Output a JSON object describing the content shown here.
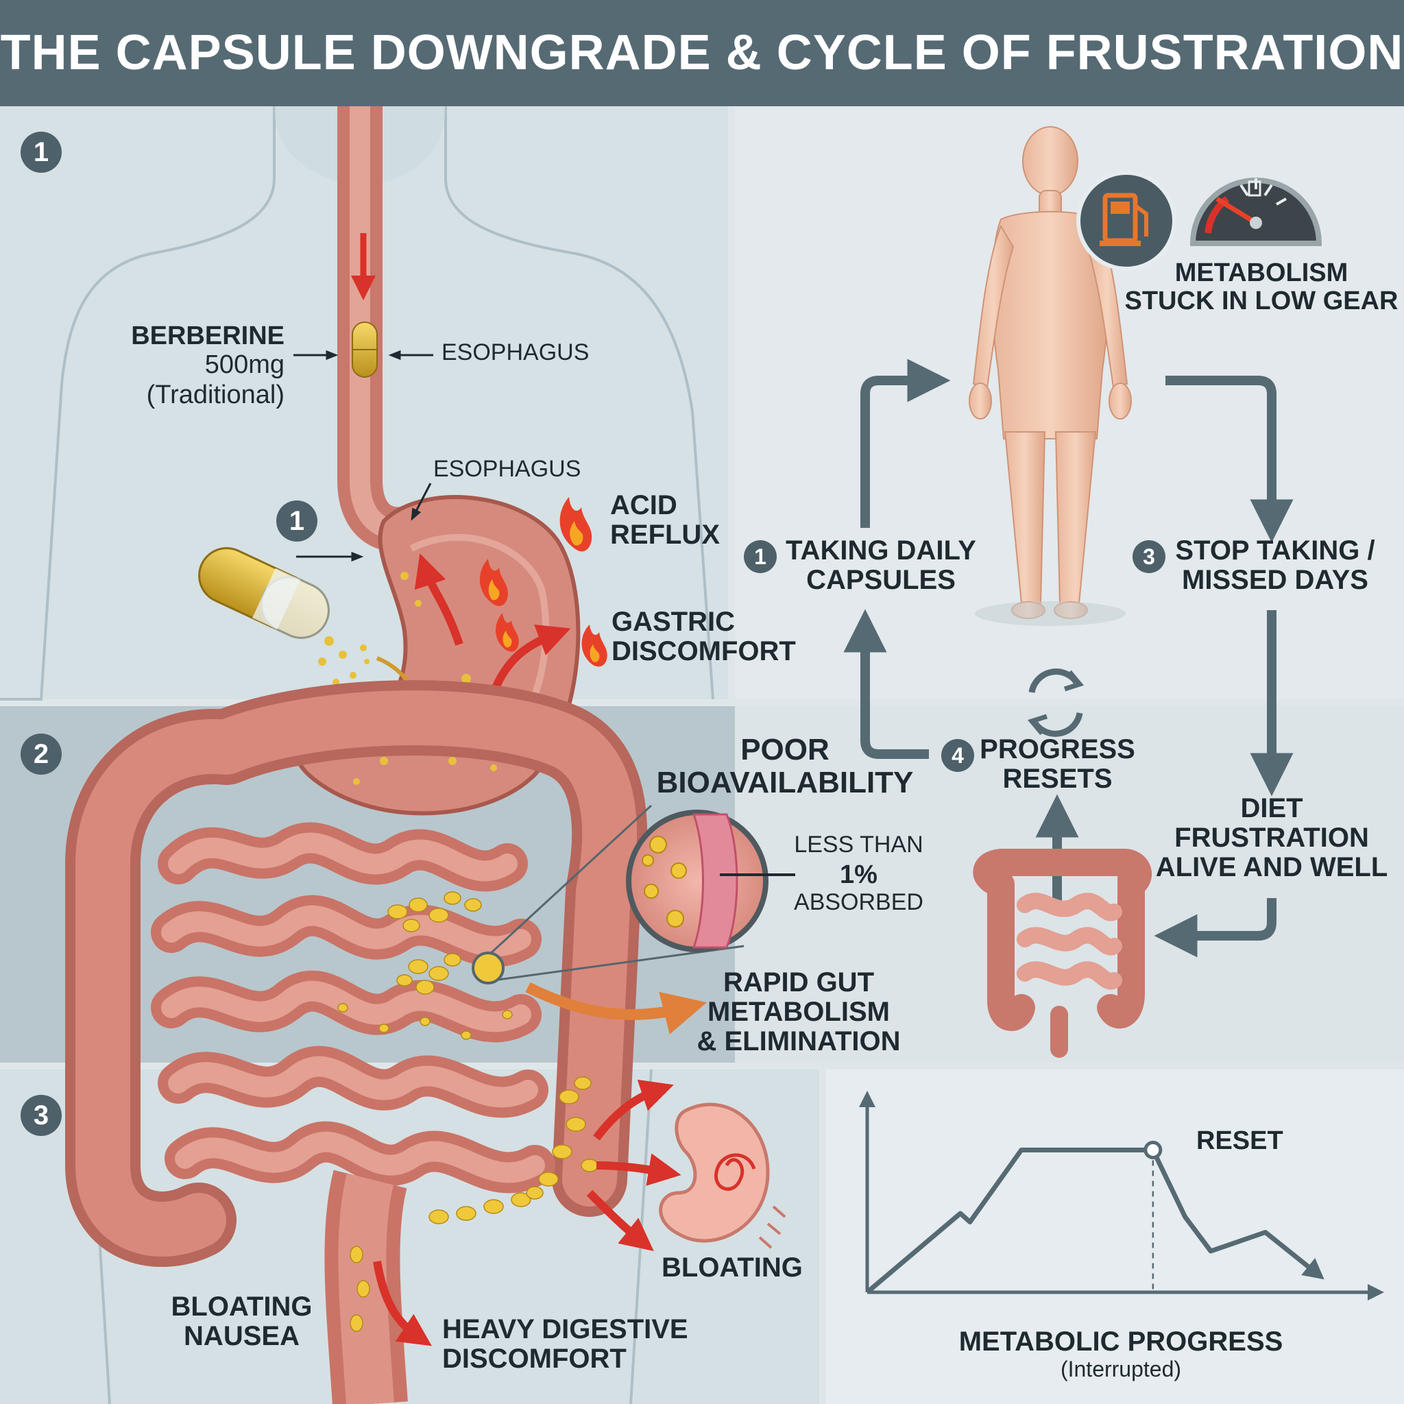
{
  "title": "THE CAPSULE DOWNGRADE & CYCLE OF FRUSTRATION",
  "panel1": {
    "badge": "1",
    "inner_badge": "1",
    "berberine": "BERBERINE",
    "dose": "500mg",
    "traditional": "(Traditional)",
    "esophagus_1": "ESOPHAGUS",
    "esophagus_2": "ESOPHAGUS",
    "acid_reflux": [
      "ACID",
      "REFLUX"
    ],
    "gastric": [
      "GASTRIC",
      "DISCOMFORT"
    ]
  },
  "panel2": {
    "badge": "2",
    "poor": [
      "POOR",
      "BIOAVAILABILITY"
    ],
    "less_than": "LESS THAN",
    "percent": "1%",
    "absorbed": "ABSORBED",
    "rapid": [
      "RAPID GUT",
      "METABOLISM",
      "& ELIMINATION"
    ]
  },
  "panel3": {
    "badge": "3",
    "bloating_nausea": [
      "BLOATING",
      "NAUSEA"
    ],
    "bloating": "BLOATING",
    "heavy": [
      "HEAVY DIGESTIVE",
      "DISCOMFORT"
    ]
  },
  "cycle": {
    "metabolism": [
      "METABOLISM",
      "STUCK IN LOW GEAR"
    ],
    "step1": {
      "num": "1",
      "text": [
        "TAKING DAILY",
        "CAPSULES"
      ]
    },
    "step3": {
      "num": "3",
      "text": [
        "STOP TAKING /",
        "MISSED DAYS"
      ]
    },
    "step4": {
      "num": "4",
      "text": [
        "PROGRESS",
        "RESETS"
      ]
    },
    "diet": [
      "DIET",
      "FRUSTRATION",
      "ALIVE AND WELL"
    ]
  },
  "chart_data": {
    "type": "line",
    "annotations": [
      "RESET"
    ],
    "xlabel": "METABOLIC PROGRESS",
    "xlabel_sub": "(Interrupted)",
    "series": [
      {
        "x": [
          0,
          1.45,
          1.6,
          2.4,
          4.45,
          4.95,
          5.35,
          6.2,
          7.0
        ],
        "y": [
          0,
          2.3,
          2.05,
          4.15,
          4.15,
          2.2,
          1.2,
          1.75,
          0.55
        ]
      }
    ],
    "reset_x": 4.45,
    "xlim": [
      0,
      7.9
    ],
    "ylim": [
      0,
      5.6
    ],
    "grid": false
  }
}
